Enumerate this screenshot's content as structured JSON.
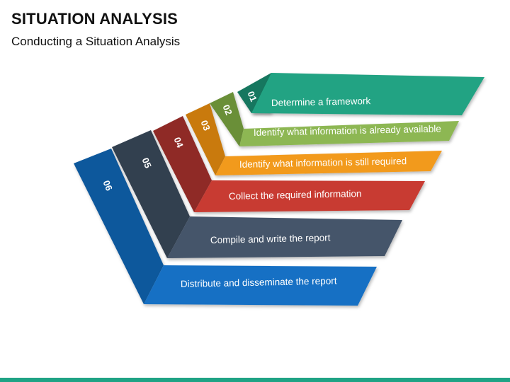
{
  "header": {
    "title": "SITUATION ANALYSIS",
    "subtitle": "Conducting a Situation Analysis"
  },
  "steps": [
    {
      "number": "01",
      "label": "Determine a framework",
      "color": "#22a383",
      "dark": "#16775f"
    },
    {
      "number": "02",
      "label": "Identify what information is already available",
      "color": "#8db753",
      "dark": "#6a8f39"
    },
    {
      "number": "03",
      "label": "Identify what information is still required",
      "color": "#f29a1f",
      "dark": "#c97a0d"
    },
    {
      "number": "04",
      "label": "Collect the required information",
      "color": "#c83a32",
      "dark": "#8f2a25"
    },
    {
      "number": "05",
      "label": "Compile and write the report",
      "color": "#44546a",
      "dark": "#323f50"
    },
    {
      "number": "06",
      "label": "Distribute and disseminate the report",
      "color": "#1670c4",
      "dark": "#10589c"
    }
  ],
  "footer": {
    "color": "#1fa385"
  }
}
